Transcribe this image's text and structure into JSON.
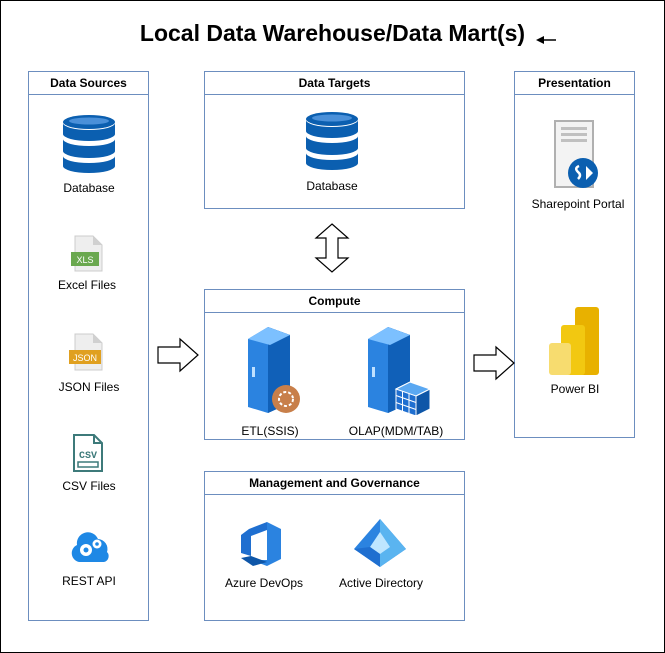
{
  "title": "Local Data Warehouse/Data Mart(s)",
  "panels": {
    "sources": {
      "header": "Data Sources",
      "items": [
        {
          "label": "Database",
          "icon": "database-icon"
        },
        {
          "label": "Excel Files",
          "icon": "excel-file-icon",
          "badge": "XLS"
        },
        {
          "label": "JSON Files",
          "icon": "json-file-icon",
          "badge": "JSON"
        },
        {
          "label": "CSV Files",
          "icon": "csv-file-icon",
          "badge": "CSV"
        },
        {
          "label": "REST API",
          "icon": "rest-api-cloud-icon"
        }
      ]
    },
    "targets": {
      "header": "Data Targets",
      "items": [
        {
          "label": "Database",
          "icon": "database-icon"
        }
      ]
    },
    "compute": {
      "header": "Compute",
      "items": [
        {
          "label": "ETL(SSIS)",
          "icon": "etl-server-icon"
        },
        {
          "label": "OLAP(MDM/TAB)",
          "icon": "olap-server-icon"
        }
      ]
    },
    "governance": {
      "header": "Management and Governance",
      "items": [
        {
          "label": "Azure DevOps",
          "icon": "azure-devops-icon"
        },
        {
          "label": "Active Directory",
          "icon": "active-directory-icon"
        }
      ]
    },
    "presentation": {
      "header": "Presentation",
      "items": [
        {
          "label": "Sharepoint Portal",
          "icon": "sharepoint-portal-icon"
        },
        {
          "label": "Power BI",
          "icon": "power-bi-icon"
        }
      ]
    }
  },
  "colors": {
    "panel_border": "#6c8ebf",
    "database_blue": "#0b5fb0",
    "excel_green": "#6aa84f",
    "json_orange": "#e0a020",
    "csv_teal": "#3d7a7a",
    "server_blue": "#2b83e0",
    "power_bi_yellow": "#f2c811"
  }
}
